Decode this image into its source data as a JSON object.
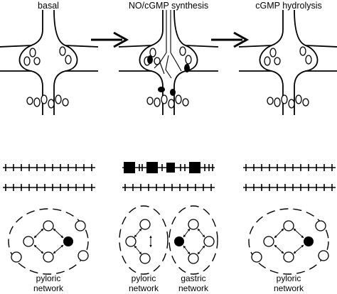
{
  "panels": [
    {
      "title": "basal",
      "network_labels": [
        {
          "line1": "pyloric",
          "line2": "network"
        }
      ]
    },
    {
      "title": "NO/cGMP synthesis",
      "network_labels": [
        {
          "line1": "pyloric",
          "line2": "network"
        },
        {
          "line1": "gastric",
          "line2": "network"
        }
      ]
    },
    {
      "title": "cGMP hydrolysis",
      "network_labels": [
        {
          "line1": "pyloric",
          "line2": "network"
        }
      ]
    }
  ],
  "colors": {
    "ink": "#000000",
    "background": "#ffffff"
  },
  "icons": [
    "right-arrow-icon",
    "right-arrow-icon"
  ]
}
